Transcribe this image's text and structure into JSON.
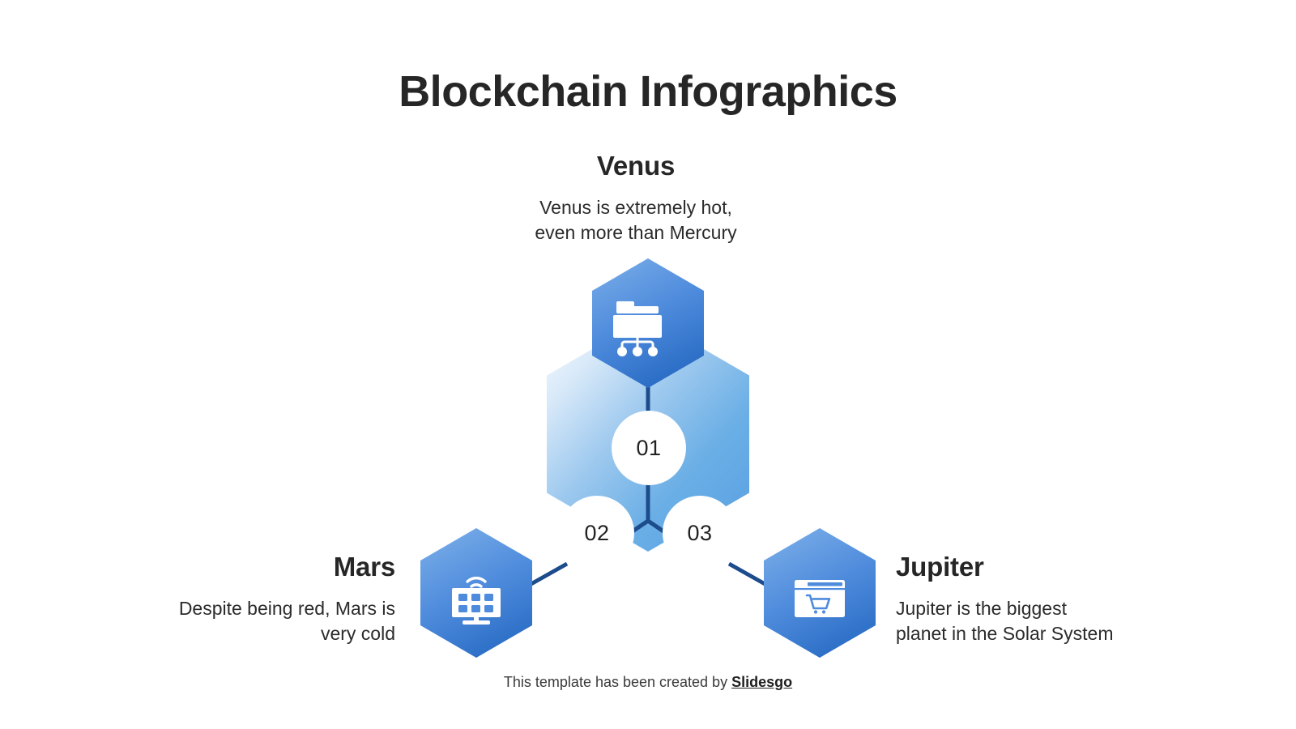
{
  "slide": {
    "title": "Blockchain Infographics",
    "background_color": "#FFFFFF"
  },
  "colors": {
    "title_text": "#262626",
    "body_text": "#2B2B2B",
    "hex_blue_light": "#6CA3E4",
    "hex_blue_dark": "#2C6FC6",
    "center_hex_light": "#DCEBFA",
    "center_hex_mid": "#6CAEE6",
    "connector_navy": "#1C4C8C",
    "circle_fill": "#FFFFFF"
  },
  "nodes": [
    {
      "id": "venus",
      "number": "01",
      "heading": "Venus",
      "description": "Venus is extremely hot,\neven more than Mercury",
      "description_lines": [
        "Venus is extremely hot,",
        "even more than Mercury"
      ],
      "icon": "folder-network-icon",
      "position": "top",
      "text_align": "center"
    },
    {
      "id": "mars",
      "number": "02",
      "heading": "Mars",
      "description": "Despite being red, Mars is\nvery cold",
      "description_lines": [
        "Despite being red, Mars is",
        "very cold"
      ],
      "icon": "server-wifi-icon",
      "position": "bottom-left",
      "text_align": "right"
    },
    {
      "id": "jupiter",
      "number": "03",
      "heading": "Jupiter",
      "description": "Jupiter is the biggest\nplanet in the Solar System",
      "description_lines": [
        "Jupiter is the biggest",
        "planet in the Solar System"
      ],
      "icon": "browser-cart-icon",
      "position": "bottom-right",
      "text_align": "left"
    }
  ],
  "footer": {
    "prefix": "This template has been created by ",
    "brand": "Slidesgo"
  }
}
